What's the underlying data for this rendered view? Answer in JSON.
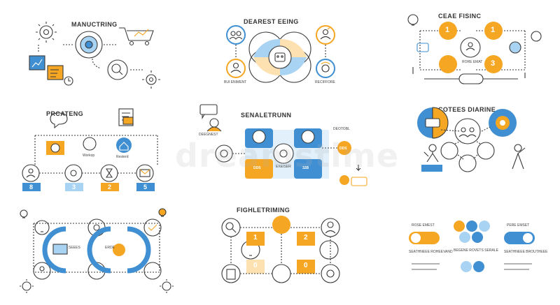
{
  "colors": {
    "blue": "#3f8fd2",
    "orange": "#f5a623",
    "line": "#3a3a3a",
    "light_blue": "#a9d3f2",
    "pale_orange": "#fde1b0"
  },
  "watermark": "dreamstime",
  "panels": [
    {
      "title": "MANUCTRING"
    },
    {
      "title": "DEAREST EEING",
      "captions": [
        "BUI ENIMENT",
        "RECIFFORE"
      ]
    },
    {
      "title": "CEAE FISINC",
      "captions": [
        "RORE EMAT"
      ],
      "numbers": [
        "1",
        "1",
        "3"
      ]
    },
    {
      "title": "PRCATENG",
      "numbers": [
        "8",
        "3",
        "2",
        "5"
      ],
      "captions": [
        "Workop",
        "Resterd"
      ]
    },
    {
      "title": "SENALETRUNN",
      "captions": [
        "DEEGNEST",
        "DEOTOBL",
        "EXEISER",
        "DDS",
        "32B",
        "DDS"
      ]
    },
    {
      "title": "COTEES DIARINE"
    },
    {
      "title": "",
      "captions": [
        "SEEES",
        "ERDE"
      ]
    },
    {
      "title": "FIGHLETRIMING",
      "numbers": [
        "1",
        "2",
        "0",
        "0"
      ]
    },
    {
      "title": "",
      "captions": [
        "ROSE EMEST",
        "PERE EMSET",
        "SEATHNEEE ROHEEVAND",
        "BEGENE ROVETS SERALE",
        "SEATHNEEE BROUTHEEE"
      ]
    }
  ],
  "icons": [
    "gear-icon",
    "cart-icon",
    "magnifier-icon",
    "target-icon",
    "document-icon",
    "chat-icon",
    "person-icon",
    "lightbulb-icon",
    "envelope-icon",
    "house-icon",
    "cloud-icon",
    "robot-icon",
    "group-icon",
    "hourglass-icon",
    "chart-icon",
    "rocket-icon"
  ]
}
